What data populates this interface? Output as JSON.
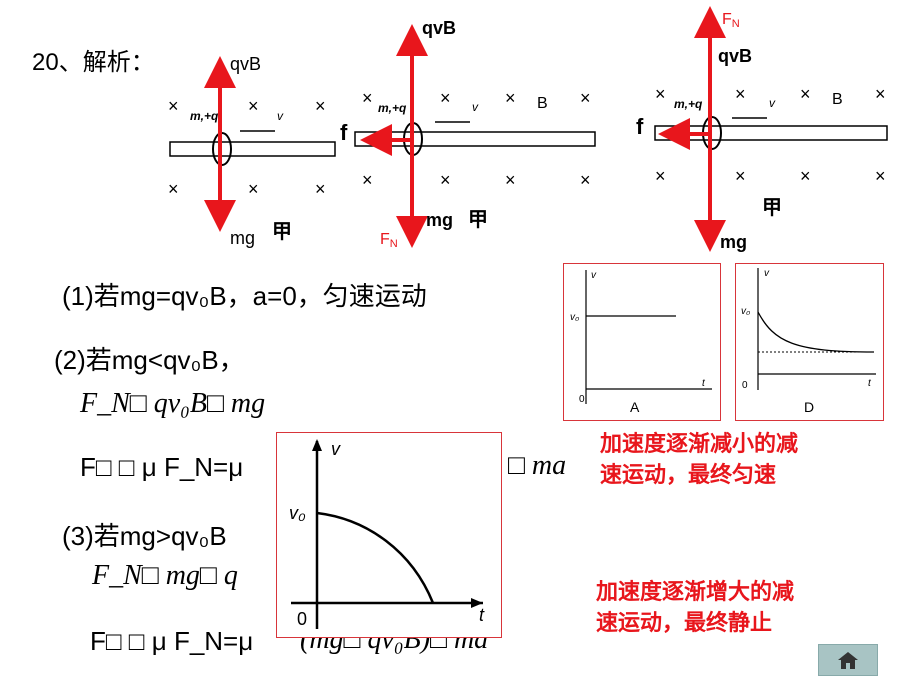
{
  "title": "20、解析：",
  "diagram": {
    "qvB": "qvB",
    "mg": "mg",
    "f": "f",
    "FN": "F",
    "FN_sub": "N",
    "jia": "甲",
    "mq": "m,+q",
    "v": "v",
    "B": "B",
    "cross": "×"
  },
  "cases": {
    "c1": "(1)若mg=qv₀B，a=0，匀速运动",
    "c2": "(2)若mg<qv₀B，",
    "c2_eq1": "F_N□ qv₀B□ mg",
    "c2_eq2_left": "F□ □ μ  F_N=μ",
    "c2_eq2_right": "□ ma",
    "c3": "(3)若mg>qv₀B",
    "c3_eq1": "F_N□ mg□ q",
    "c3_eq2_left": "F□ □ μ  F_N=μ",
    "c3_eq2_right": "(mg□ qv₀B)□ ma"
  },
  "graphs": {
    "A_label": "A",
    "D_label": "D",
    "v": "v",
    "t": "t",
    "v0": "v₀",
    "origin": "0"
  },
  "notes": {
    "n1_line1": "加速度逐渐减小的减",
    "n1_line2": "速运动，最终匀速",
    "n2_line1": "加速度逐渐增大的减",
    "n2_line2": "速运动，最终静止"
  },
  "colors": {
    "force_red": "#e8161c",
    "frame_red": "#d8353a"
  },
  "icons": {
    "home": "home-icon"
  }
}
